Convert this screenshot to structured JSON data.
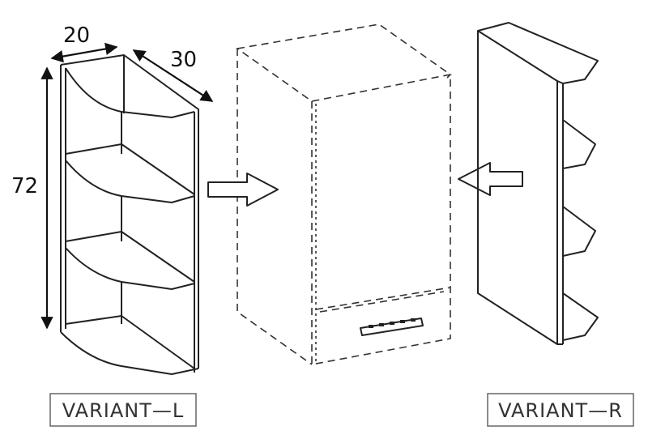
{
  "dimensions": {
    "width": "20",
    "depth": "30",
    "height": "72"
  },
  "labels": {
    "left_variant": "VARIANT—L",
    "right_variant": "VARIANT—R"
  },
  "colors": {
    "line": "#222222",
    "label_border": "#666666",
    "background": "#ffffff"
  }
}
